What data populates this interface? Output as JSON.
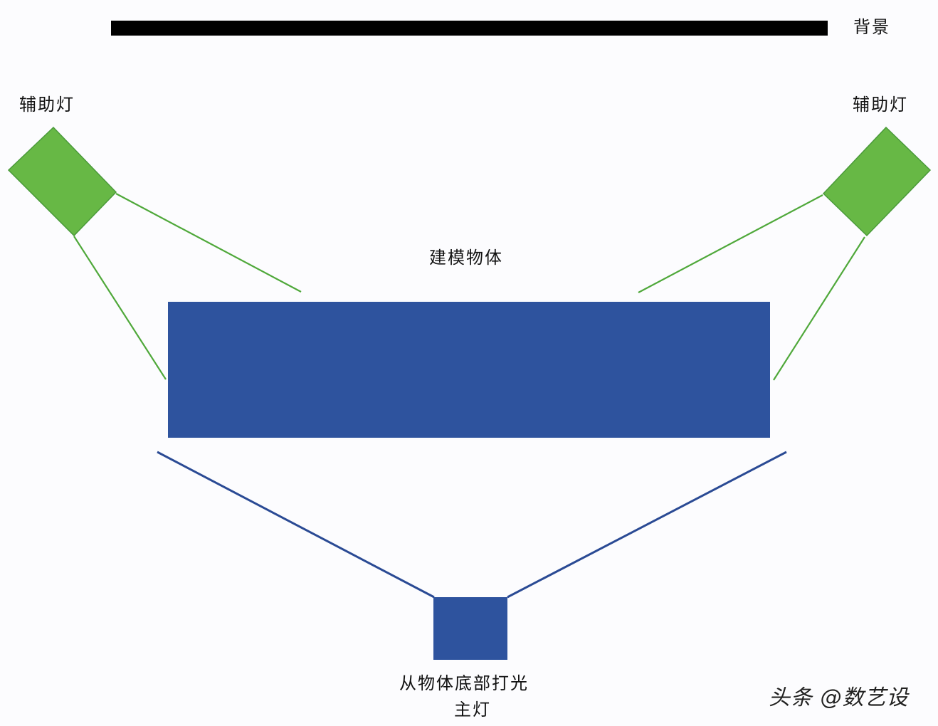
{
  "labels": {
    "background": "背景",
    "fill_light_left": "辅助灯",
    "fill_light_right": "辅助灯",
    "object": "建模物体",
    "main_light_desc": "从物体底部打光",
    "main_light": "主灯"
  },
  "watermark": "头条 @数艺设",
  "colors": {
    "background_bar": "#000000",
    "object": "#2e539e",
    "main_light": "#2e539e",
    "fill_light": "#67b845",
    "fill_light_stroke": "#4a9a3a",
    "main_light_lines": "#2a4a94",
    "page_bg": "#fcfcfe"
  }
}
